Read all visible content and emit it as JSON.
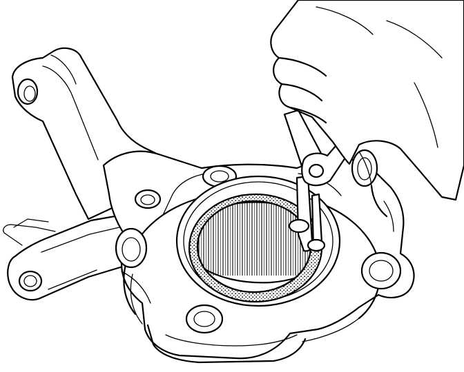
{
  "illustration": {
    "colors": {
      "line": "#000000",
      "background": "#ffffff",
      "seal_stipple": "#000000"
    },
    "parts": [
      {
        "id": "steering-knuckle"
      },
      {
        "id": "upper-arm"
      },
      {
        "id": "lower-arm"
      },
      {
        "id": "hub-bore"
      },
      {
        "id": "bearing-races"
      },
      {
        "id": "oil-seal"
      },
      {
        "id": "bolt-holes"
      },
      {
        "id": "screwdriver-tool"
      },
      {
        "id": "hand"
      }
    ]
  }
}
